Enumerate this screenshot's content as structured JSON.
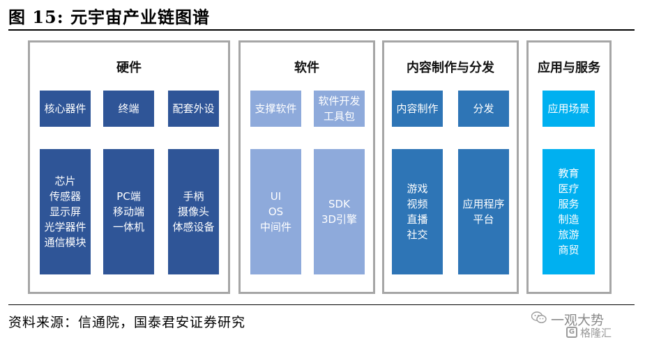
{
  "figure": {
    "title": "图 15:  元宇宙产业链图谱",
    "source": "资料来源：信通院，国泰君安证券研究"
  },
  "colors": {
    "dark_blue": "#2f5597",
    "light_blue": "#8eaadb",
    "mid_blue": "#2e75b6",
    "cyan": "#00b0f0",
    "panel_border": "#a6a6a6"
  },
  "panels": {
    "hardware": {
      "title": "硬件",
      "categories": [
        "核心器件",
        "终端",
        "配套外设"
      ],
      "details": [
        "芯片\n传感器\n显示屏\n光学器件\n通信模块",
        "PC端\n移动端\n一体机",
        "手柄\n摄像头\n体感设备"
      ]
    },
    "software": {
      "title": "软件",
      "categories": [
        "支撑软件",
        "软件开发\n工具包"
      ],
      "details": [
        "UI\nOS\n中间件",
        "SDK\n3D引擎"
      ]
    },
    "content": {
      "title": "内容制作与分发",
      "categories": [
        "内容制作",
        "分发"
      ],
      "details": [
        "游戏\n视频\n直播\n社交",
        "应用程序\n平台"
      ]
    },
    "services": {
      "title": "应用与服务",
      "categories": [
        "应用场景"
      ],
      "details": [
        "教育\n医疗\n服务\n制造\n旅游\n商贸"
      ]
    }
  },
  "watermark": {
    "account": "一观大势",
    "brand": "格隆汇",
    "wechat_icon": "wechat-icon",
    "logo_icon": "gelonghui-logo-icon"
  }
}
